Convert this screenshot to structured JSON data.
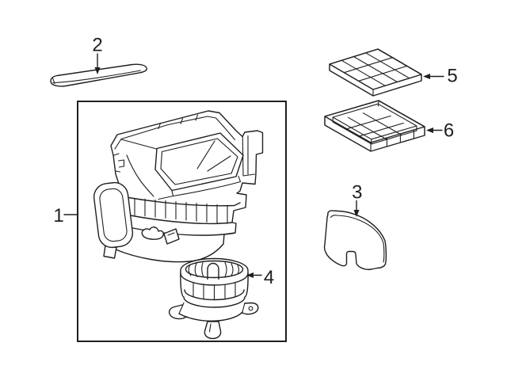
{
  "colors": {
    "ink": "#1f1f1f",
    "paper": "#ffffff"
  },
  "callouts": [
    {
      "label": "1"
    },
    {
      "label": "2"
    },
    {
      "label": "3"
    },
    {
      "label": "4"
    },
    {
      "label": "5"
    },
    {
      "label": "6"
    }
  ]
}
